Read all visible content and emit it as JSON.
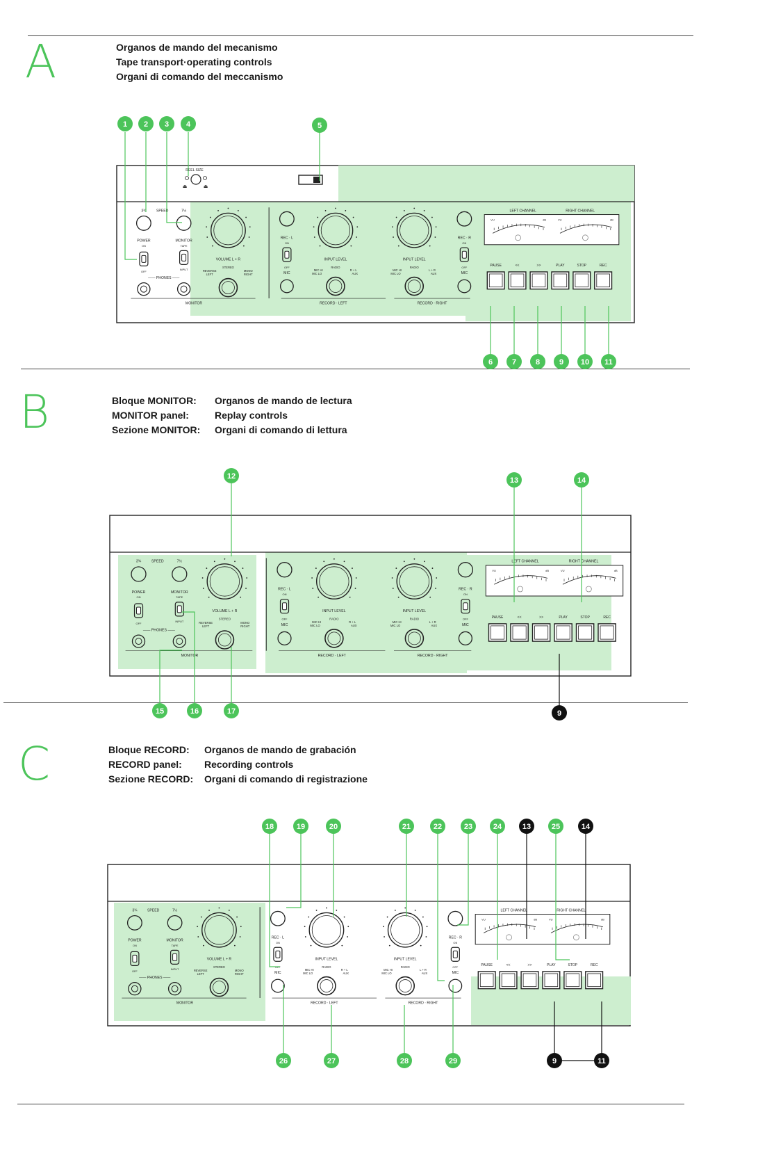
{
  "sections": [
    {
      "letter": "A",
      "lines": [
        "Organos de mando del mecanismo",
        "Tape transport·operating controls",
        "Organi di comando del meccanismo"
      ]
    },
    {
      "letter": "B",
      "rows": [
        {
          "k": "Bloque MONITOR:",
          "v": "Organos de mando de lectura"
        },
        {
          "k": "MONITOR panel:",
          "v": "Replay controls"
        },
        {
          "k": "Sezione MONITOR:",
          "v": "Organi di comando di lettura"
        }
      ]
    },
    {
      "letter": "C",
      "rows": [
        {
          "k": "Bloque RECORD:",
          "v": "Organos de mando de grabación"
        },
        {
          "k": "RECORD panel:",
          "v": "Recording controls"
        },
        {
          "k": "Sezione RECORD:",
          "v": "Organi di comando di registrazione"
        }
      ]
    }
  ],
  "panel_labels": {
    "reel_size": "REEL SIZE",
    "speed": "SPEED",
    "speed_low": "3¾",
    "speed_high": "7½",
    "power": "POWER",
    "on": "ON",
    "off": "OFF",
    "monitor": "MONITOR",
    "tape": "TAPE",
    "input": "INPUT",
    "phones": "PHONES",
    "volume": "VOLUME  L + R",
    "reverse": "REVERSE",
    "left": "LEFT",
    "stereo": "STEREO",
    "mono": "MONO",
    "right": "RIGHT",
    "rec_l": "REC · L",
    "rec_r": "REC · R",
    "mic": "MIC",
    "input_level": "INPUT LEVEL",
    "mic_hi": "MIC HI",
    "mic_lo": "MIC LO",
    "radio": "RADIO",
    "r_l": "R + L",
    "l_r": "L + R",
    "aux": "AUX",
    "record_left": "RECORD · LEFT",
    "record_right": "RECORD · RIGHT",
    "left_channel": "LEFT CHANNEL",
    "right_channel": "RIGHT CHANNEL",
    "vu": "VU",
    "db": "dB",
    "transport": [
      "PAUSE",
      "<<",
      ">>",
      "PLAY",
      "STOP",
      "REC"
    ]
  },
  "colors": {
    "green": "#4cc45a",
    "panel_green": "#cdeecf",
    "black": "#111111"
  },
  "callouts": {
    "a": [
      "1",
      "2",
      "3",
      "4",
      "5",
      "6",
      "7",
      "8",
      "9",
      "10",
      "11"
    ],
    "b": [
      "12",
      "13",
      "14",
      "15",
      "16",
      "17",
      "9"
    ],
    "c": [
      "18",
      "19",
      "20",
      "21",
      "22",
      "23",
      "24",
      "13",
      "25",
      "14",
      "26",
      "27",
      "28",
      "29",
      "9",
      "11"
    ]
  }
}
